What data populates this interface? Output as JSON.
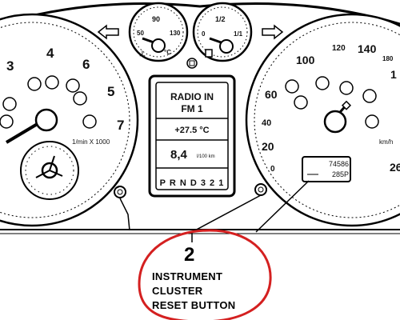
{
  "tachometer": {
    "scale": [
      "3",
      "4",
      "6",
      "5",
      "7"
    ],
    "unit": "1/min X 1000"
  },
  "temp_gauge": {
    "labels": [
      "90",
      "50",
      "130"
    ],
    "unit": "°C"
  },
  "fuel_gauge": {
    "labels": [
      "1/2",
      "0",
      "1/1"
    ]
  },
  "center_display": {
    "line1": "RADIO IN",
    "line2": "FM 1",
    "temperature": "+27.5 °C",
    "consumption": "8,4",
    "consumption_unit": "l/100 km",
    "gear": "P R N D 3 2 1"
  },
  "speedometer": {
    "scale": [
      "100",
      "120",
      "140",
      "180",
      "60",
      "40",
      "20",
      "0",
      "26"
    ],
    "unit": "km/h",
    "odometer": "74586",
    "trip": "285P"
  },
  "callout": {
    "number": "2",
    "line1": "INSTRUMENT",
    "line2": "CLUSTER",
    "line3": "RESET BUTTON"
  },
  "colors": {
    "ink": "#000000",
    "callout_ring": "#d42020",
    "paper": "#ffffff"
  }
}
